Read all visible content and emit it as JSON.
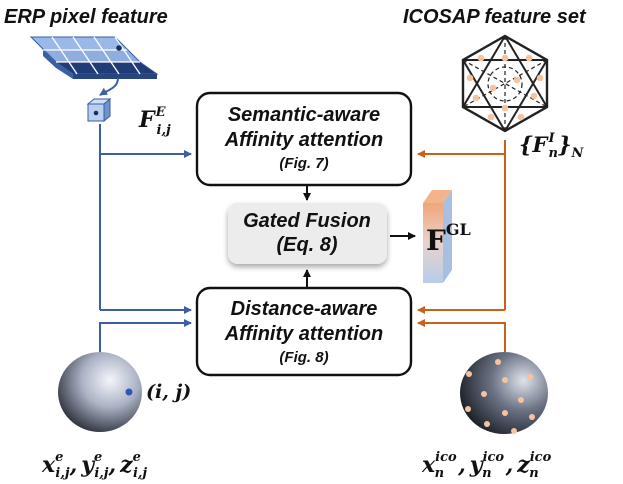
{
  "headers": {
    "erp": "ERP pixel feature",
    "icosap": "ICOSAP feature set"
  },
  "boxes": {
    "semantic": {
      "line1": "Semantic-aware",
      "line2": "Affinity attention",
      "ref": "(Fig. 7)"
    },
    "gated": {
      "line1": "Gated Fusion",
      "ref": "(Eq. 8)"
    },
    "distance": {
      "line1": "Distance-aware",
      "line2": "Affinity attention",
      "ref": "(Fig. 8)"
    }
  },
  "labels": {
    "erp_feature": {
      "base": "F",
      "sup": "E",
      "sub": "i,j"
    },
    "ico_feature": {
      "open": "{",
      "base": "F",
      "sup": "I",
      "sub": "n",
      "close": "}",
      "close_sub": "N"
    },
    "output_feature": {
      "base": "F",
      "sup": "GL"
    },
    "pixel_index": "(i, j)",
    "erp_coords": [
      {
        "base": "x",
        "sup": "e",
        "sub": "i,j"
      },
      {
        "base": "y",
        "sup": "e",
        "sub": "i,j"
      },
      {
        "base": "z",
        "sup": "e",
        "sub": "i,j"
      }
    ],
    "ico_coords": [
      {
        "base": "x",
        "sup": "ico",
        "sub": "n"
      },
      {
        "base": "y",
        "sup": "ico",
        "sub": "n"
      },
      {
        "base": "z",
        "sup": "ico",
        "sub": "n"
      }
    ],
    "coord_separator": ","
  },
  "colors": {
    "erp_flow": "#3a5fa3",
    "ico_flow": "#c8601e",
    "box_stroke": "#111111",
    "gated_fill": "#ececec",
    "grid_fill": "#9ab8e8",
    "ico_point": "#f6c3a0"
  }
}
